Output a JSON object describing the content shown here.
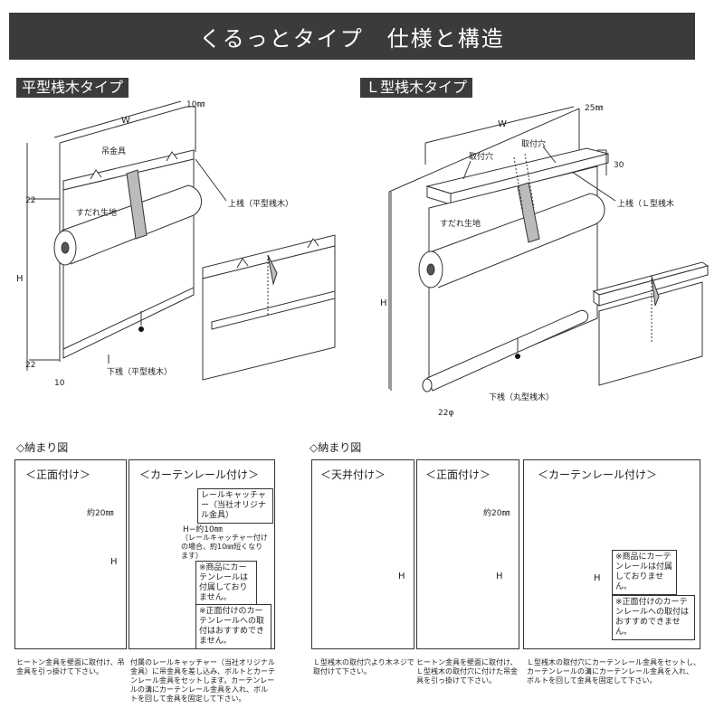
{
  "title": "くるっとタイプ　仕様と構造",
  "flat": {
    "tag": "平型桟木タイプ",
    "w": "W",
    "h": "H",
    "d10top": "10㎜",
    "d22a": "22",
    "d22b": "22",
    "d10b": "10",
    "hanger": "吊金具",
    "fabric": "すだれ生地",
    "top_rail": "上桟（平型桟木）",
    "bottom_rail": "下桟（平型桟木）"
  },
  "lshape": {
    "tag": "Ｌ型桟木タイプ",
    "w": "W",
    "h": "H",
    "d25": "25㎜",
    "d30": "30",
    "hole1": "取付穴",
    "hole2": "取付穴",
    "fabric": "すだれ生地",
    "top_rail": "上桟（Ｌ型桟木",
    "bottom_rail": "下桟（丸型桟木）",
    "d22": "22φ"
  },
  "install_left": {
    "heading": "◇納まり図",
    "front": {
      "title": "＜正面付け＞",
      "dim": "約20㎜",
      "h": "H",
      "caption": "ヒートン金具を壁面に取付け、吊金具を引っ掛けて下さい。"
    },
    "rail": {
      "title": "＜カーテンレール付け＞",
      "catcher_note": "レールキャッチャー（当社オリジナル金具）",
      "h_note": "H−約10㎜",
      "h_sub": "（レールキャッチャー付けの場合、約10㎜短くなります）",
      "note1": "※商品にカーテンレールは付属しておりません。",
      "note2": "※正面付けのカーテンレールへの取付はおすすめできません。",
      "caption": "付属のレールキャッチャー（当社オリジナル金具）に吊金具を差し込み、ボルトとカーテンレール金具をセットします。カーテンレールの溝にカーテンレール金具を入れ、ボルトを回して金具を固定して下さい。"
    }
  },
  "install_right": {
    "heading": "◇納まり図",
    "ceiling": {
      "title": "＜天井付け＞",
      "h": "H",
      "caption": "Ｌ型桟木の取付穴より木ネジで取付けて下さい。"
    },
    "front": {
      "title": "＜正面付け＞",
      "dim": "約20㎜",
      "h": "H",
      "caption": "ヒートン金具を壁面に取付け、Ｌ型桟木の取付穴に付けた吊金具を引っ掛けて下さい。"
    },
    "rail": {
      "title": "＜カーテンレール付け＞",
      "h": "H",
      "note1": "※商品にカーテンレールは付属しておりません。",
      "note2": "※正面付けのカーテンレールへの取付はおすすめできません。",
      "caption": "Ｌ型桟木の取付穴にカーテンレール金具をセットし、カーテンレールの溝にカーテンレール金具を入れ、ボルトを回して金具を固定して下さい。"
    }
  }
}
